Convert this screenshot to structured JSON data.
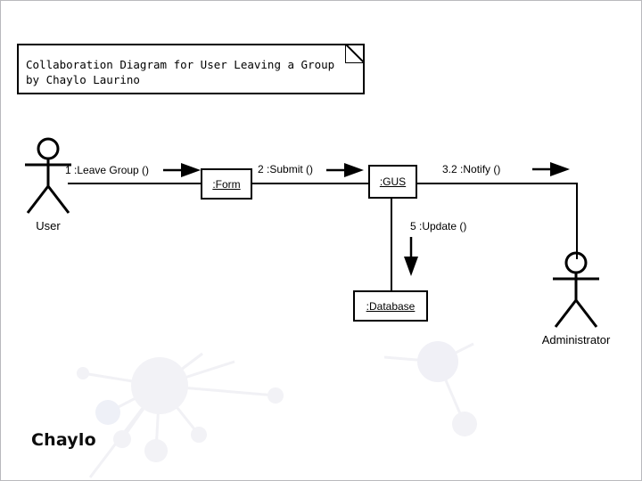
{
  "diagram": {
    "note": {
      "text": "Collaboration Diagram for User Leaving a Group\nby Chaylo Laurino"
    },
    "actors": [
      {
        "id": "user",
        "label": "User"
      },
      {
        "id": "administrator",
        "label": "Administrator"
      }
    ],
    "objects": [
      {
        "id": "form",
        "label": ":Form"
      },
      {
        "id": "gus",
        "label": ":GUS"
      },
      {
        "id": "database",
        "label": ":Database"
      }
    ],
    "messages": [
      {
        "id": "m1",
        "label": "1 :Leave Group ()",
        "from": "user",
        "to": "form",
        "direction": "right"
      },
      {
        "id": "m2",
        "label": "2 :Submit ()",
        "from": "form",
        "to": "gus",
        "direction": "right"
      },
      {
        "id": "m3",
        "label": "3.2 :Notify ()",
        "from": "gus",
        "to": "administrator",
        "direction": "right"
      },
      {
        "id": "m4",
        "label": "5 :Update ()",
        "from": "gus",
        "to": "database",
        "direction": "down"
      }
    ],
    "signature": "Chaylo",
    "colors": {
      "stroke": "#000000",
      "background": "#ffffff",
      "frame_border": "#b9b9bd",
      "watermark": "#f2f2f6"
    }
  }
}
